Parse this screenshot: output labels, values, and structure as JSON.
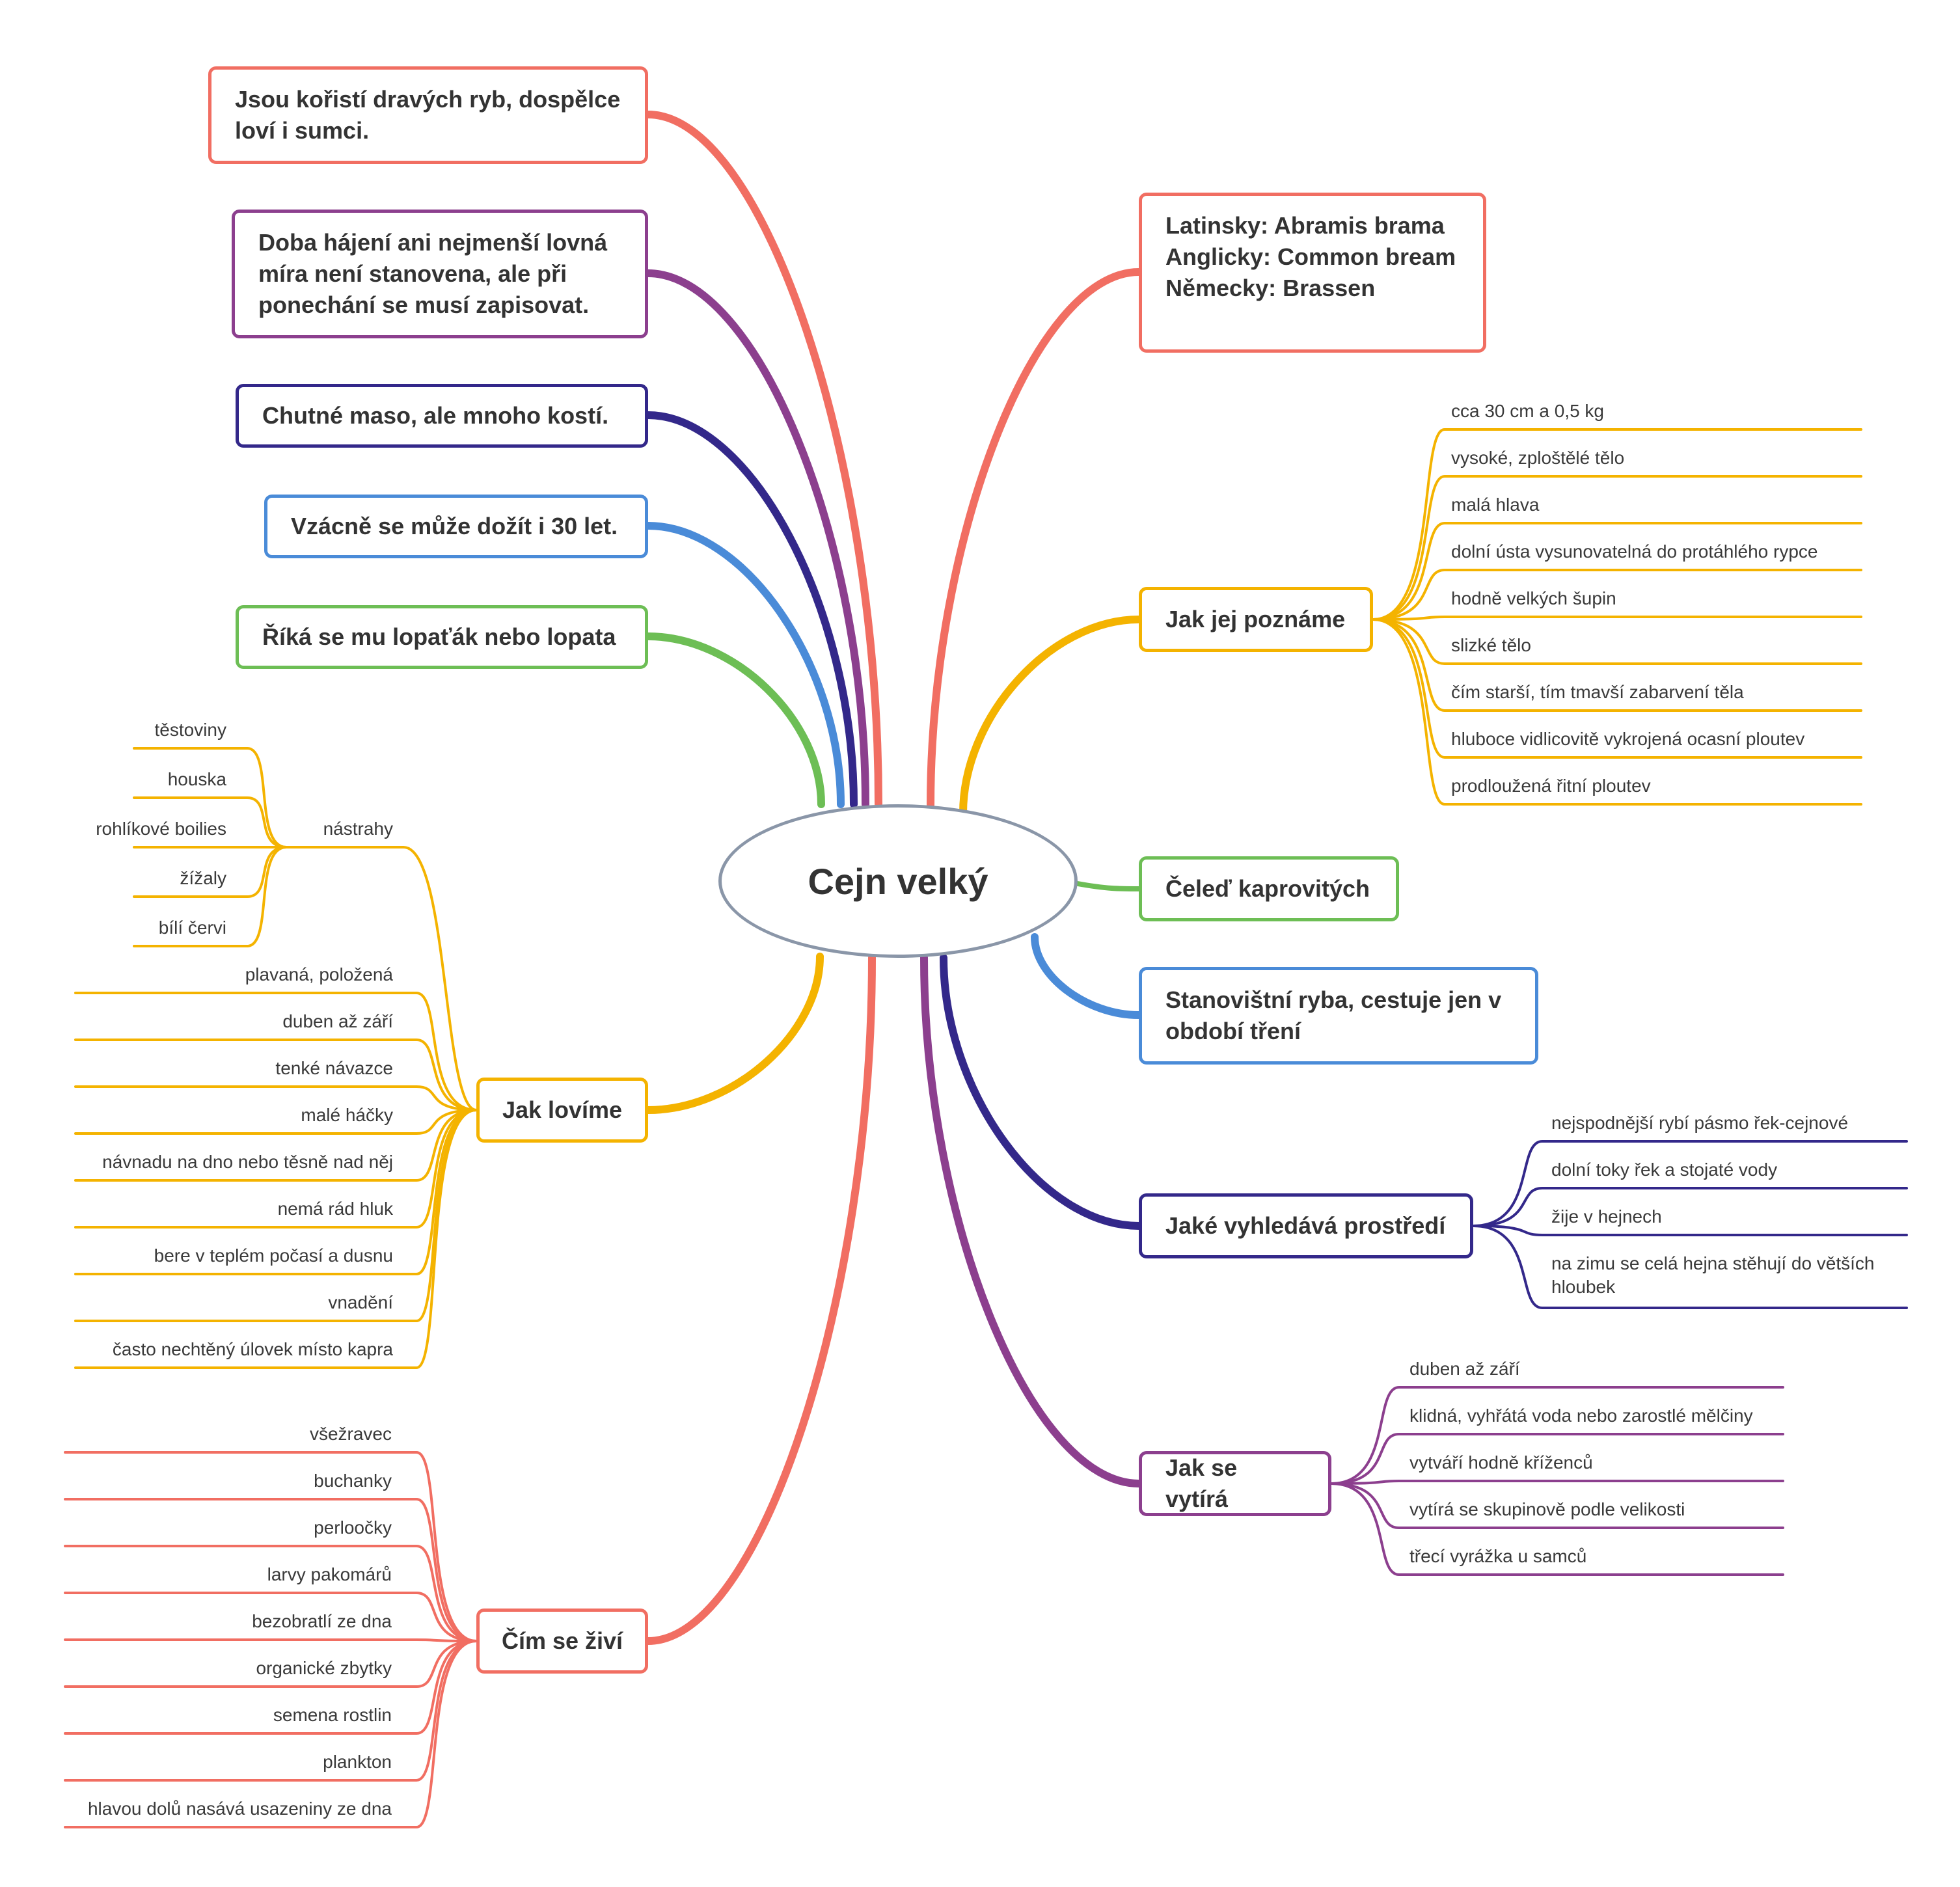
{
  "title": "Cejn velký",
  "colors": {
    "red": "#f16e62",
    "purple": "#8c3f8e",
    "navy": "#33288a",
    "blue": "#4a8bd8",
    "green": "#6dbe55",
    "yellow": "#f4b300",
    "gray": "#8a96a8"
  },
  "left_notes": [
    "Jsou kořistí dravých ryb, dospělce\nloví i sumci.",
    "Doba hájení ani nejmenší lovná\nmíra není stanovena, ale při\nponechání se musí zapisovat.",
    "Chutné maso, ale mnoho kostí.",
    "Vzácně se může dožít i 30 let.",
    "Říká se mu lopaťák nebo lopata"
  ],
  "names_box": "Latinsky: Abramis brama\nAnglicky: Common bream\nNěmecky: Brassen",
  "recognize": {
    "label": "Jak jej poznáme",
    "items": [
      "cca 30 cm a 0,5 kg",
      "vysoké, zploštělé tělo",
      "malá hlava",
      "dolní ústa vysunovatelná do protáhlého rypce",
      "hodně velkých šupin",
      "slizké tělo",
      "čím starší, tím tmavší zabarvení těla",
      "hluboce vidlicovitě vykrojená ocasní ploutev",
      "prodloužená řitní ploutev"
    ]
  },
  "family": "Čeleď kaprovitých",
  "stationary": "Stanovištní ryba, cestuje jen v\nobdobí tření",
  "environment": {
    "label": "Jaké vyhledává prostředí",
    "items": [
      "nejspodnější rybí pásmo řek-cejnové",
      "dolní toky řek a stojaté vody",
      "žije v hejnech",
      "na zimu se celá hejna stěhují do větších hloubek"
    ]
  },
  "spawning": {
    "label": "Jak se vytírá",
    "items": [
      "duben až září",
      "klidná, vyhřátá voda nebo zarostlé mělčiny",
      "vytváří hodně kříženců",
      "vytírá se skupinově podle velikosti",
      "třecí vyrážka u samců"
    ]
  },
  "fishing": {
    "label": "Jak lovíme",
    "bait": {
      "label": "nástrahy",
      "items": [
        "těstoviny",
        "houska",
        "rohlíkové boilies",
        "žížaly",
        "bílí červi"
      ]
    },
    "items": [
      "plavaná, položená",
      "duben až září",
      "tenké návazce",
      "malé háčky",
      "návnadu na dno nebo těsně nad něj",
      "nemá rád hluk",
      "bere v teplém počasí a dusnu",
      "vnadění",
      "často nechtěný úlovek místo kapra"
    ]
  },
  "food": {
    "label": "Čím se živí",
    "items": [
      "všežravec",
      "buchanky",
      "perloočky",
      "larvy pakomárů",
      "bezobratlí ze dna",
      "organické zbytky",
      "semena rostlin",
      "plankton",
      "hlavou dolů nasává usazeniny ze dna"
    ]
  }
}
